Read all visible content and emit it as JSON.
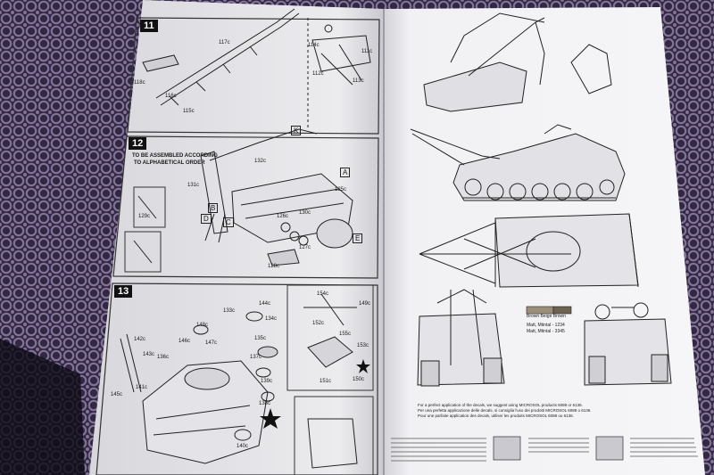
{
  "photo": {
    "subject": "open model kit instruction booklet on a lace tablecloth",
    "colors": {
      "lace": "#8f7fa8",
      "lace_dark": "#3a2f4a",
      "paper_left": "#e9e9ec",
      "paper_right": "#f4f4f6",
      "ink": "#1b1b1b"
    }
  },
  "left_page": {
    "steps": [
      {
        "number": "11"
      },
      {
        "number": "12",
        "note_line1": "TO BE ASSEMBLED ACCORDING",
        "note_line2": "TO ALPHABETICAL ORDER"
      },
      {
        "number": "13"
      }
    ],
    "part_labels": [
      "117c",
      "118c",
      "116c",
      "115c",
      "114c",
      "112c",
      "111c",
      "113c",
      "132c",
      "131c",
      "130c",
      "129c",
      "128c",
      "127c",
      "126c",
      "125c",
      "148c",
      "147c",
      "146c",
      "145c",
      "144c",
      "143c",
      "142c",
      "141c",
      "140c",
      "139c",
      "138c",
      "137c",
      "136c",
      "135c",
      "134c",
      "133c",
      "155c",
      "154c",
      "153c",
      "152c",
      "151c",
      "150c",
      "149c"
    ],
    "letters": [
      "A",
      "B",
      "C",
      "D",
      "E",
      "K"
    ]
  },
  "right_page": {
    "legend_title": "Brown Beige Brown",
    "legend_lines": [
      "Matt, Mtintal - 1234",
      "Matt, Mtintal - 3345"
    ],
    "footer_lines": [
      "For a perfect application of the decals, we suggest using MICROSOL products 6088 or 6136.",
      "Per una perfetta applicazione delle decals, si consiglia l'uso dei prodotti MICROSOL 6088 o 6136.",
      "Pour une parfaite application des decals, utiliser les produits MICROSOL 6088 ou 6136."
    ]
  }
}
